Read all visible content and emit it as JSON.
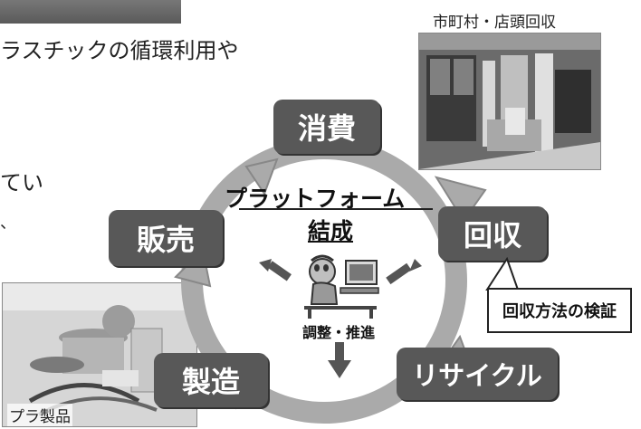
{
  "slide": {
    "intro_line": "ラスチックの循環利用や",
    "side_fragment_1": "てい",
    "side_fragment_2": "、"
  },
  "photos": {
    "collection_caption": "市町村・店頭回収",
    "product_caption": "プラ製品"
  },
  "cycle": {
    "nodes": {
      "consume": "消費",
      "collect": "回収",
      "recycle": "リサイクル",
      "manufacture": "製造",
      "sell": "販売"
    }
  },
  "center": {
    "platform_line1": "プラットフォーム",
    "platform_line2": "結成",
    "coord_label": "調整・推進"
  },
  "callout": {
    "label": "回収方法の検証"
  },
  "colors": {
    "node_fill": "#585858",
    "ring": "#aaaaaa",
    "arrow": "#555555"
  }
}
